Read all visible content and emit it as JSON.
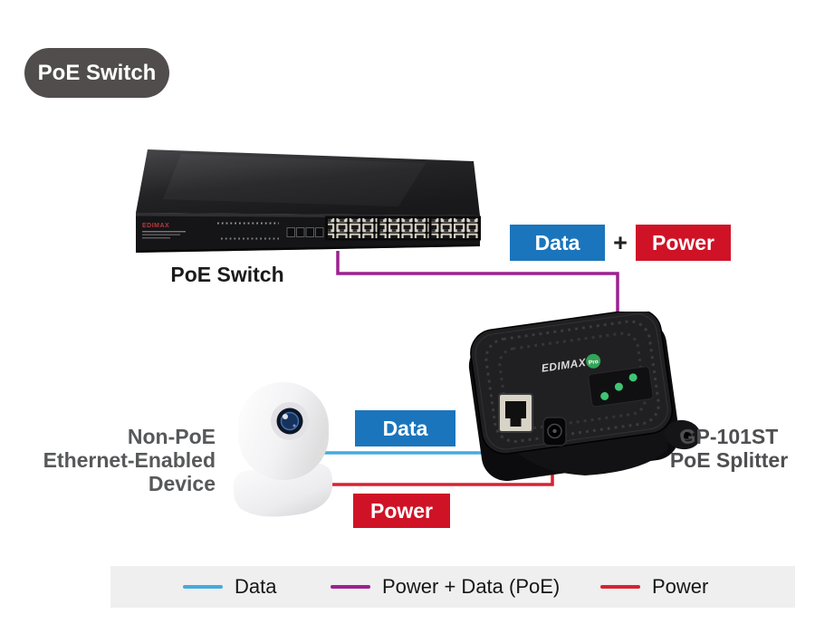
{
  "colors": {
    "badge_bg": "#514d4d",
    "data_box_blue": "#1b75bc",
    "power_box_red": "#d01226",
    "line_data_blue": "#45abdf",
    "line_poe_purple": "#9c2191",
    "line_power_red": "#d62333",
    "legend_bg": "#efefef",
    "device_label_gray": "#57585a",
    "led_green": "#3ec573"
  },
  "badge": {
    "label": "PoE Switch"
  },
  "poe_switch": {
    "label": "PoE Switch",
    "brand": "EDIMAX"
  },
  "poe_connection": {
    "data": "Data",
    "plus": "+",
    "power": "Power"
  },
  "camera": {
    "label": "Non-PoE\nEthernet-Enabled\nDevice"
  },
  "splitter": {
    "label": "GP-101ST\nPoE Splitter",
    "brand": "EDIMAX",
    "brand_badge": "Pro"
  },
  "camera_connection": {
    "data": "Data",
    "power": "Power"
  },
  "legend": {
    "items": [
      {
        "label": "Data",
        "color": "#45abdf"
      },
      {
        "label": "Power + Data (PoE)",
        "color": "#9c2191"
      },
      {
        "label": "Power",
        "color": "#d62333"
      }
    ]
  }
}
